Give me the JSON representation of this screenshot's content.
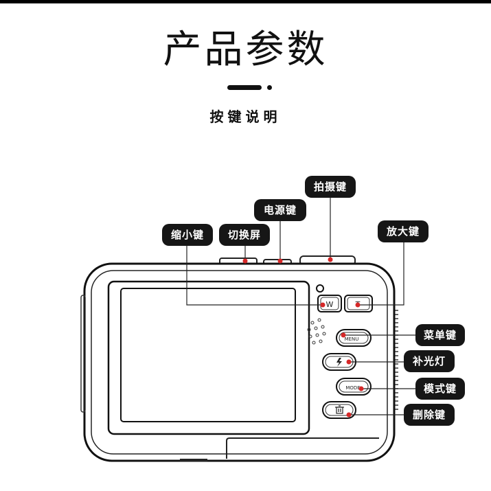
{
  "header": {
    "title": "产品参数",
    "subtitle": "按键说明"
  },
  "labels": {
    "shutter": "拍摄键",
    "power": "电源键",
    "zoom_out": "缩小键",
    "switch_screen": "切换屏",
    "zoom_in": "放大键",
    "menu": "菜单键",
    "flash": "补光灯",
    "mode": "模式键",
    "delete": "删除键"
  },
  "buttons": {
    "w": "W",
    "t": "T",
    "menu": "MENU",
    "mode": "MODE"
  },
  "colors": {
    "pill_bg": "#161616",
    "marker": "#d62828",
    "outline": "#222222"
  }
}
